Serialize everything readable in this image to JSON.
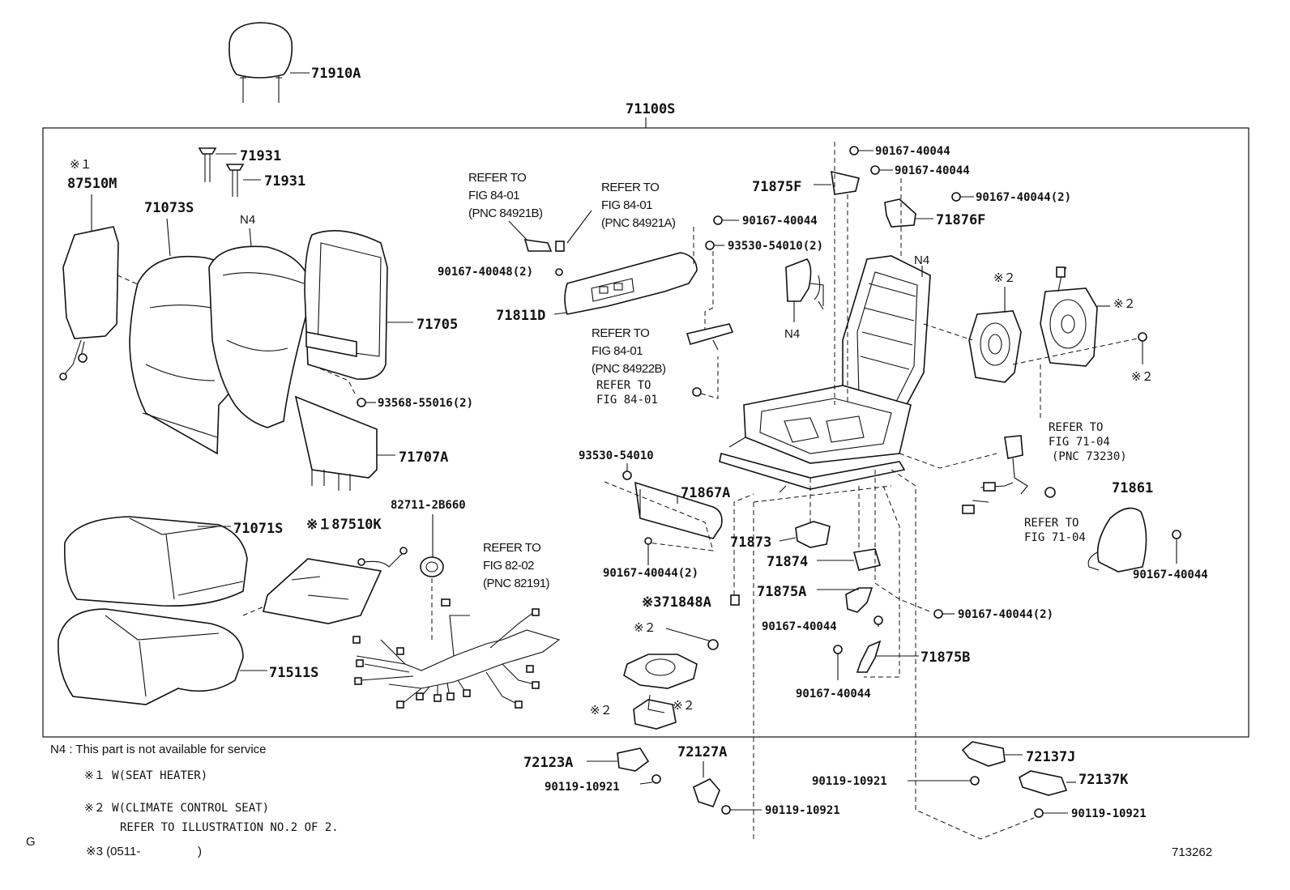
{
  "assembly_label": "71100S",
  "figure_number": "713262",
  "corner_mark": "G",
  "parts": {
    "headrest": "71910A",
    "guide_1": "71931",
    "guide_2": "71931",
    "heater_mark": "※１",
    "heater_back": "87510M",
    "back_cover": "71073S",
    "back_pad_n4": "N4",
    "back_frame_board": "71705",
    "screw_93568": "93568-55016(2)",
    "back_board": "71707A",
    "cushion_cover": "71071S",
    "heater_cushion": "※１87510K",
    "cushion_pad": "71511S",
    "sensor_82711": "82711-2B660",
    "screw_90167_48": "90167-40048(2)",
    "shield": "71811D",
    "screw_93530_54010_2": "93530-54010(2)",
    "screw_93530_54010": "93530-54010",
    "front_cover": "71867A",
    "screw_90167_2_lower": "90167-40044(2)",
    "clip_mark3": "※371848A",
    "mark2_fan_top": "※２",
    "mark2_fan_right": "※２",
    "mark2_fan_left": "※２",
    "cover_71875F": "71875F",
    "cover_71876F": "71876F",
    "screw_top_1": "90167-40044",
    "screw_top_2": "90167-40044",
    "screw_top_3": "90167-40044(2)",
    "screw_top_4": "90167-40044",
    "frame_n4": "N4",
    "side_n4": "N4",
    "mark2_blower_1": "※２",
    "mark2_blower_2": "※２",
    "mark2_screw": "※２",
    "cover_71873": "71873",
    "cover_71874": "71874",
    "cover_71875A": "71875A",
    "screw_mid_1": "90167-40044",
    "screw_mid_2": "90167-40044(2)",
    "cover_71875B": "71875B",
    "screw_bottom": "90167-40044",
    "buckle_cover": "71861",
    "screw_buckle": "90167-40044",
    "cover_72123A": "72123A",
    "cover_72127A": "72127A",
    "clip_1": "90119-10921",
    "clip_2": "90119-10921",
    "clip_3": "90119-10921",
    "clip_4": "90119-10921",
    "cover_72137J": "72137J",
    "cover_72137K": "72137K"
  },
  "references": {
    "fig8401_b": [
      "REFER TO",
      "FIG 84-01",
      "(PNC 84921B)"
    ],
    "fig8401_a": [
      "REFER TO",
      "FIG 84-01",
      "(PNC 84921A)"
    ],
    "fig8401_922b": [
      "REFER TO",
      "FIG 84-01",
      "(PNC 84922B)"
    ],
    "fig8401_plain": [
      "REFER TO",
      "FIG 84-01"
    ],
    "fig8202": [
      "REFER TO",
      "FIG 82-02",
      "(PNC 82191)"
    ],
    "fig7104_pnc": [
      "REFER TO",
      "FIG 71-04",
      "(PNC 73230)"
    ],
    "fig7104": [
      "REFER TO",
      "FIG 71-04"
    ]
  },
  "notes": {
    "n4": "N4 : This part is not available for service",
    "note1": "※１ W(SEAT HEATER)",
    "note2_line1": "※２ W(CLIMATE CONTROL SEAT)",
    "note2_line2": "REFER TO ILLUSTRATION NO.2 OF 2.",
    "note3_prefix": "※3 (0511-",
    "note3_suffix": ")"
  }
}
